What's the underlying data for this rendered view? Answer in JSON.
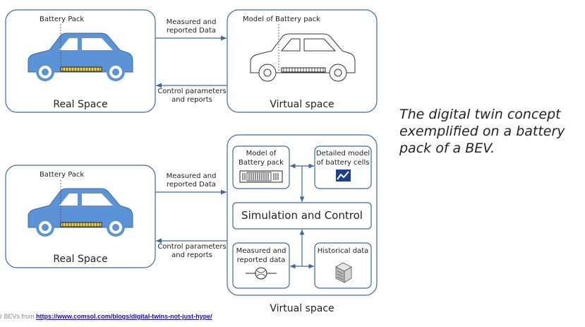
{
  "colors": {
    "stroke": "#3f6aa0",
    "car": "#5b93d6",
    "dark": "#1f3f8a"
  },
  "top": {
    "real": {
      "label": "Real Space",
      "battery_label": "Battery Pack"
    },
    "virtual": {
      "label": "Virtual space",
      "battery_label": "Model of Battery pack"
    },
    "forward_arrow": {
      "line1": "Measured and",
      "line2": "reported Data"
    },
    "back_arrow": {
      "line1": "Control parameters",
      "line2": "and reports"
    }
  },
  "bottom": {
    "real": {
      "label": "Real Space",
      "battery_label": "Battery Pack"
    },
    "forward_arrow": {
      "line1": "Measured and",
      "line2": "reported Data"
    },
    "back_arrow": {
      "line1": "Control parameters",
      "line2": "and reports"
    },
    "virtual": {
      "label": "Virtual space",
      "model_box": {
        "line1": "Model of",
        "line2": "Battery pack"
      },
      "cells_box": {
        "line1": "Detailed model",
        "line2": "of battery cells"
      },
      "simulation": "Simulation and Control",
      "measured_box": {
        "line1": "Measured and",
        "line2": "reported data"
      },
      "historical": "Historical data"
    }
  },
  "caption": "The digital twin concept exemplified on a battery pack of a BEV.",
  "footer": {
    "prefix": "r BEVs from ",
    "link": "https://www.comsol.com/blogs/digital-twins-not-just-hype/"
  }
}
